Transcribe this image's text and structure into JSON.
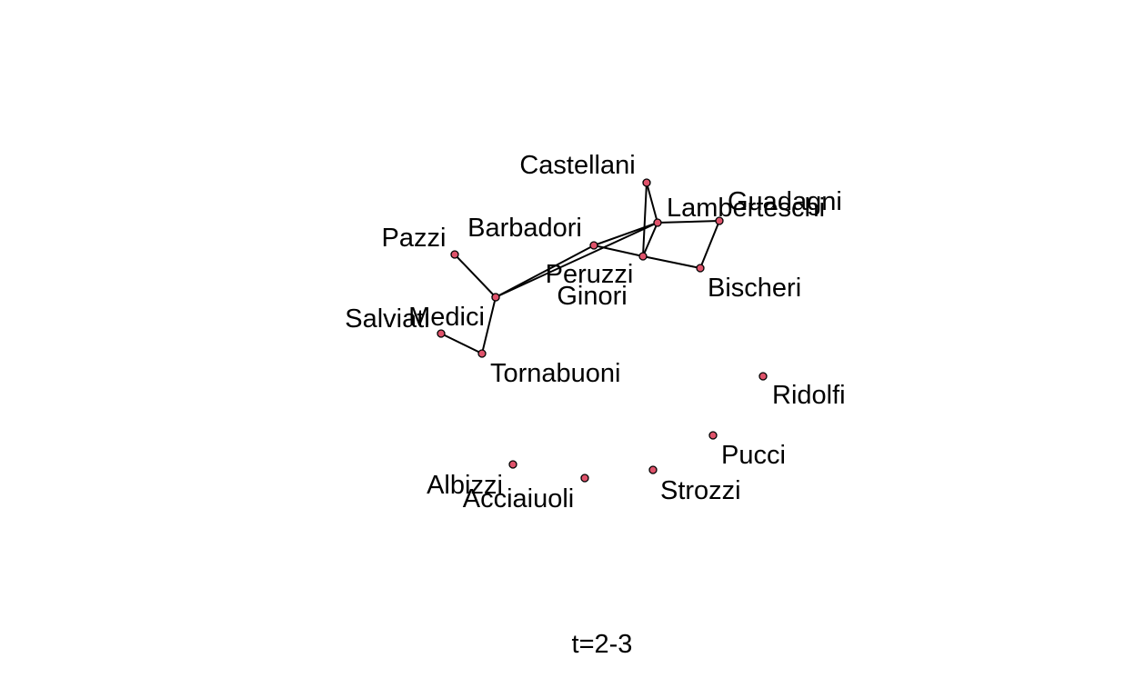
{
  "network": {
    "caption": "t=2-3",
    "node_color": "#df536b",
    "edge_color": "#000000",
    "nodes": [
      {
        "id": "castellani",
        "label": "Castellani"
      },
      {
        "id": "lamberteschi",
        "label": "Lamberteschi"
      },
      {
        "id": "guadagni",
        "label": "Guadagni"
      },
      {
        "id": "barbadori",
        "label": "Barbadori"
      },
      {
        "id": "peruzzi",
        "label": "Peruzzi"
      },
      {
        "id": "bischeri",
        "label": "Bischeri"
      },
      {
        "id": "ginori",
        "label": "Ginori"
      },
      {
        "id": "pazzi",
        "label": "Pazzi"
      },
      {
        "id": "medici",
        "label": "Medici"
      },
      {
        "id": "salviati",
        "label": "Salviati"
      },
      {
        "id": "tornabuoni",
        "label": "Tornabuoni"
      },
      {
        "id": "ridolfi",
        "label": "Ridolfi"
      },
      {
        "id": "pucci",
        "label": "Pucci"
      },
      {
        "id": "albizzi",
        "label": "Albizzi"
      },
      {
        "id": "acciaiuoli",
        "label": "Acciaiuoli"
      },
      {
        "id": "strozzi",
        "label": "Strozzi"
      }
    ],
    "edges": [
      [
        "castellani",
        "lamberteschi"
      ],
      [
        "castellani",
        "peruzzi"
      ],
      [
        "lamberteschi",
        "peruzzi"
      ],
      [
        "lamberteschi",
        "barbadori"
      ],
      [
        "lamberteschi",
        "medici"
      ],
      [
        "barbadori",
        "peruzzi"
      ],
      [
        "barbadori",
        "medici"
      ],
      [
        "peruzzi",
        "bischeri"
      ],
      [
        "bischeri",
        "guadagni"
      ],
      [
        "guadagni",
        "lamberteschi"
      ],
      [
        "pazzi",
        "medici"
      ],
      [
        "medici",
        "tornabuoni"
      ],
      [
        "tornabuoni",
        "salviati"
      ]
    ]
  }
}
